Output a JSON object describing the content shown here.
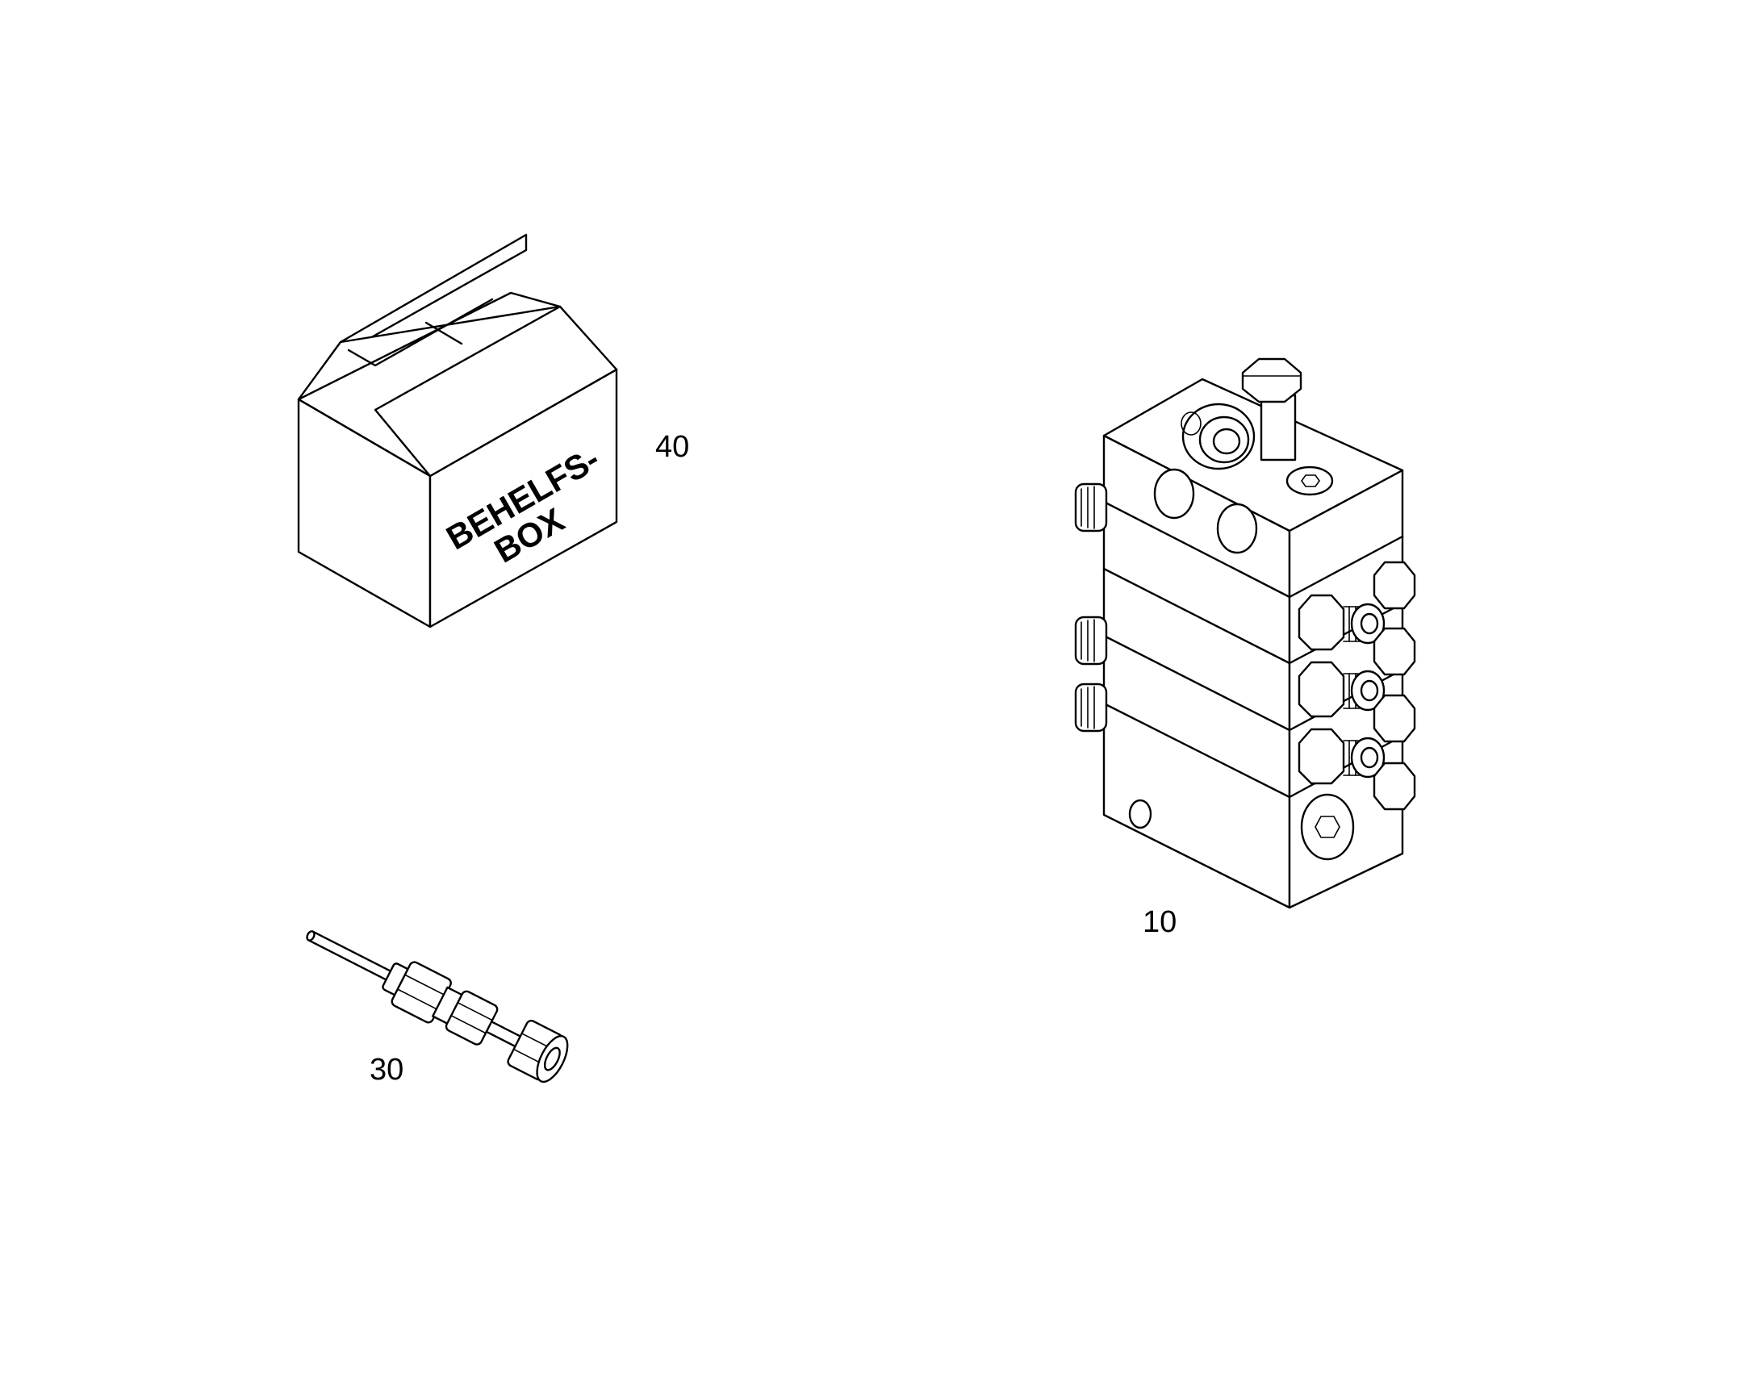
{
  "parts": [
    {
      "callout": "40",
      "name": "Behelfsbox",
      "label_lines": [
        "BEHELFS-",
        "BOX"
      ]
    },
    {
      "callout": "30",
      "name": "Rohrverschraubung"
    },
    {
      "callout": "10",
      "name": "Verteilerblock"
    }
  ]
}
